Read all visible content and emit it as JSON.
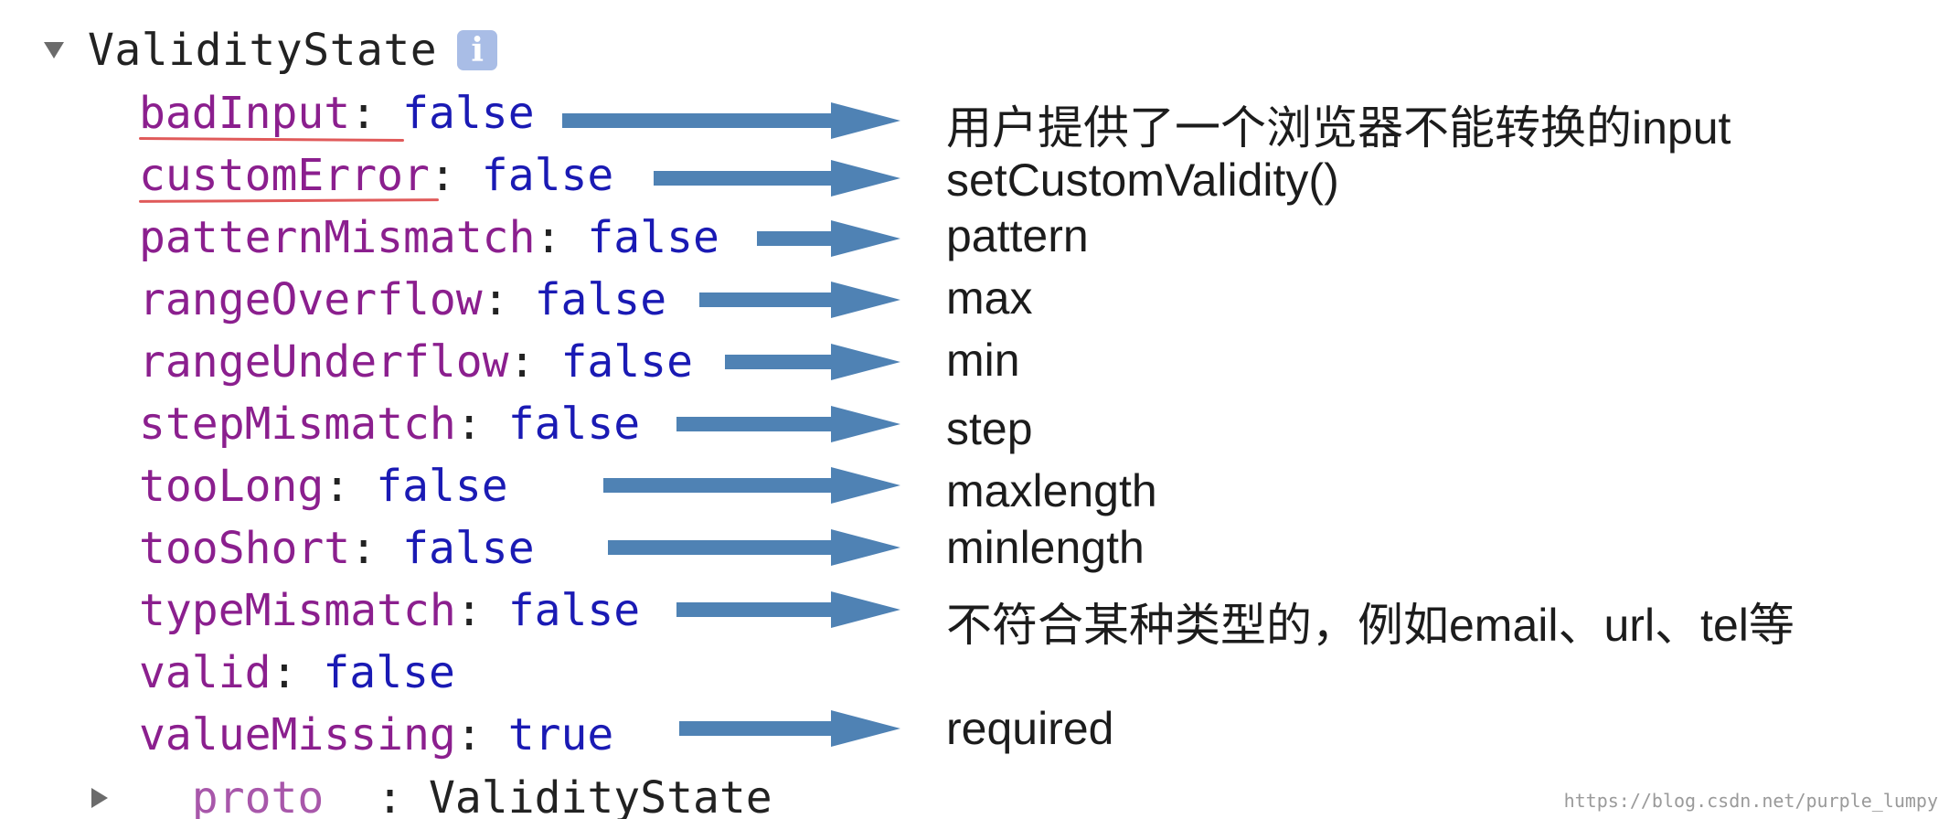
{
  "object": {
    "name": "ValidityState",
    "info_icon": "i",
    "properties": [
      {
        "key": "badInput",
        "value": "false",
        "note": "用户提供了一个浏览器不能转换的input"
      },
      {
        "key": "customError",
        "value": "false",
        "note": "setCustomValidity()"
      },
      {
        "key": "patternMismatch",
        "value": "false",
        "note": "pattern"
      },
      {
        "key": "rangeOverflow",
        "value": "false",
        "note": "max"
      },
      {
        "key": "rangeUnderflow",
        "value": "false",
        "note": "min"
      },
      {
        "key": "stepMismatch",
        "value": "false",
        "note": "step"
      },
      {
        "key": "tooLong",
        "value": "false",
        "note": "maxlength"
      },
      {
        "key": "tooShort",
        "value": "false",
        "note": "minlength"
      },
      {
        "key": "typeMismatch",
        "value": "false",
        "note": "不符合某种类型的，例如email、url、tel等"
      },
      {
        "key": "valid",
        "value": "false",
        "note": ""
      },
      {
        "key": "valueMissing",
        "value": "true",
        "note": "required"
      }
    ],
    "proto": {
      "key": "__proto__",
      "value": "ValidityState"
    }
  },
  "watermark": "https://blog.csdn.net/purple_lumpy",
  "colors": {
    "key": "#8b1f8e",
    "value": "#1a1ab4",
    "arrow": "#4f82b4",
    "underline": "#e05a5a"
  }
}
